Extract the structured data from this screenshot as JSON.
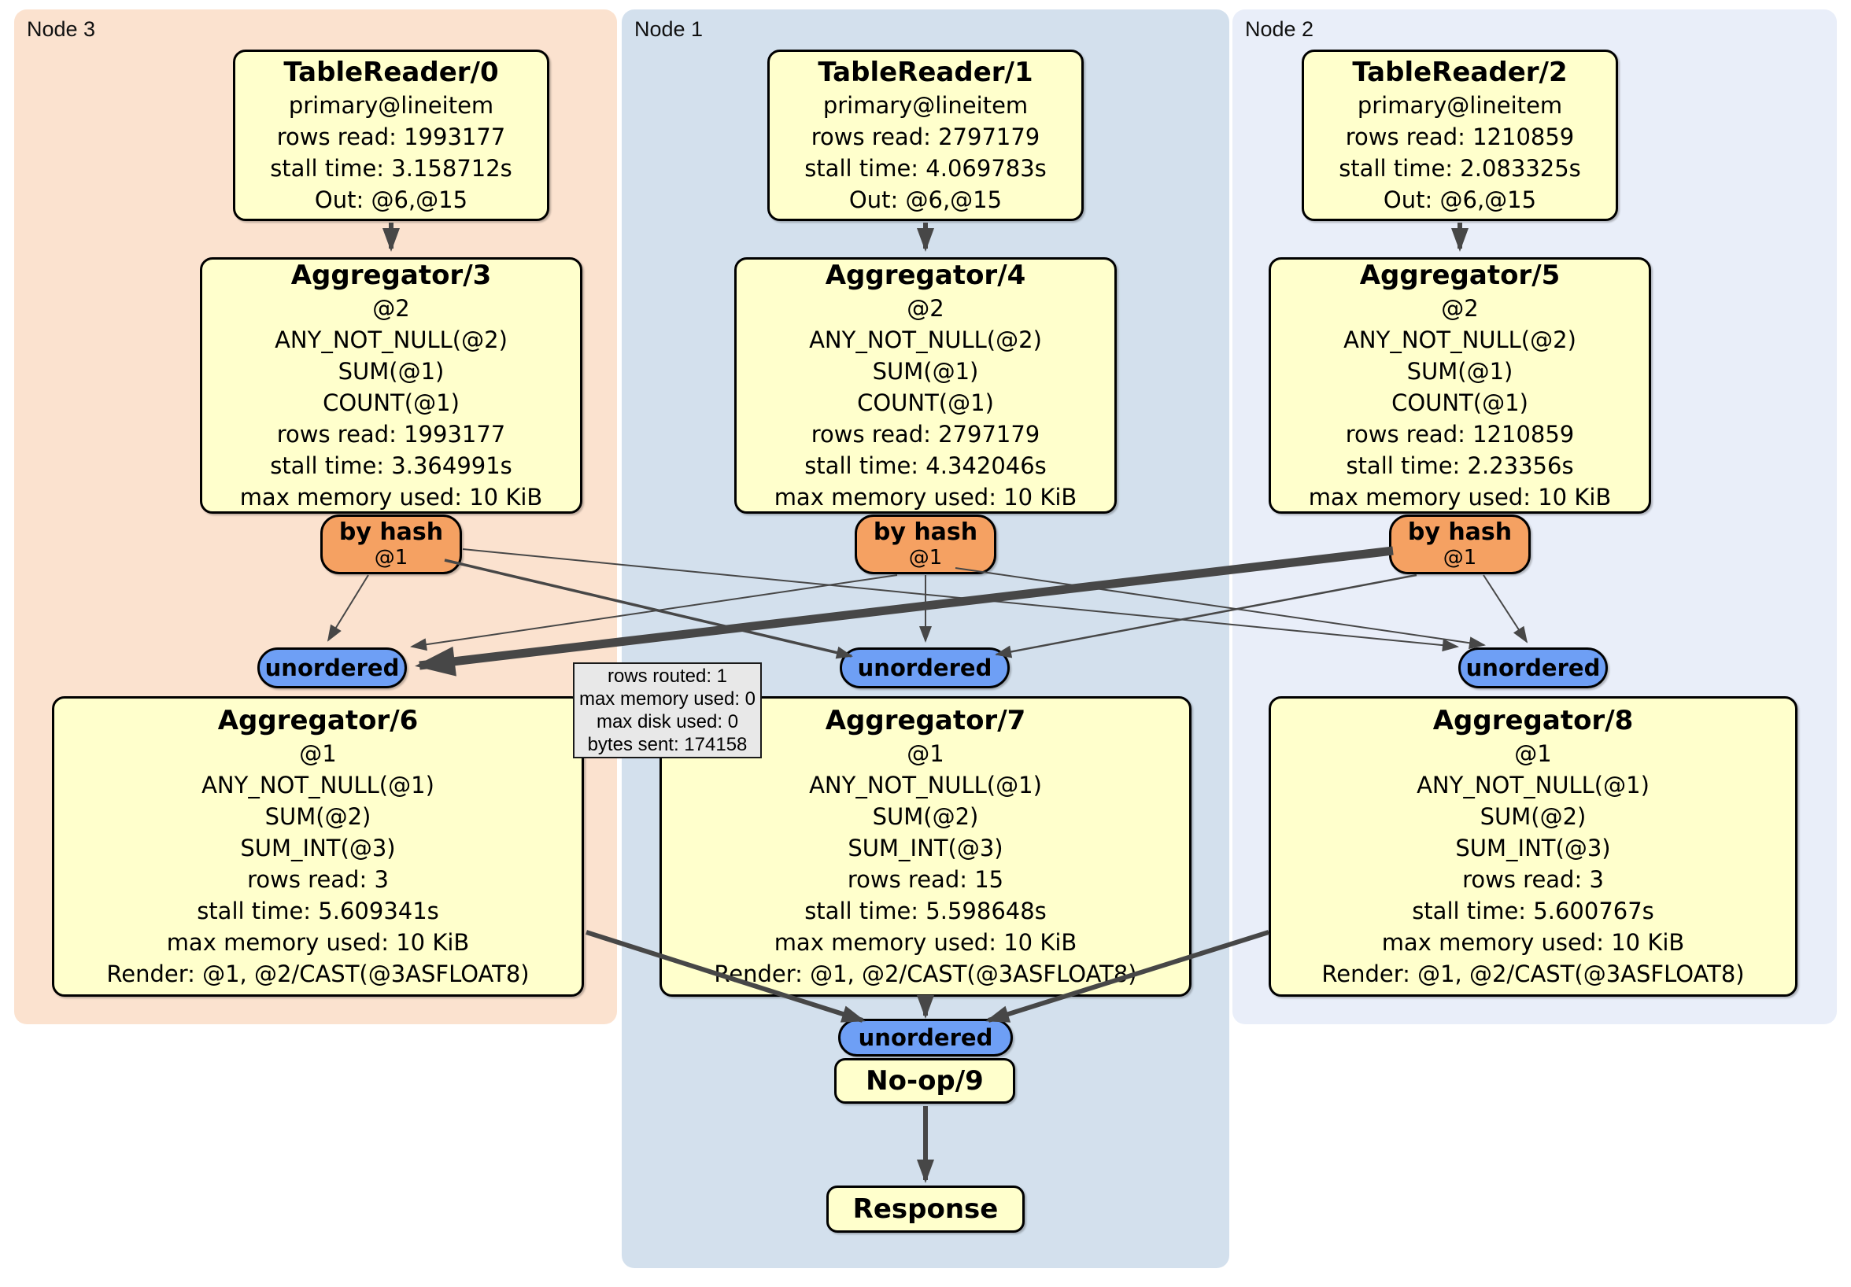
{
  "regions": [
    {
      "label": "Node 3"
    },
    {
      "label": "Node 1"
    },
    {
      "label": "Node 2"
    }
  ],
  "columns": [
    {
      "reader": {
        "title": "TableReader/0",
        "lines": [
          "primary@lineitem",
          "rows read: 1993177",
          "stall time: 3.158712s",
          "Out: @6,@15"
        ]
      },
      "agg_top": {
        "title": "Aggregator/3",
        "lines": [
          "@2",
          "ANY_NOT_NULL(@2)",
          "SUM(@1)",
          "COUNT(@1)",
          "rows read: 1993177",
          "stall time: 3.364991s",
          "max memory used: 10 KiB"
        ]
      },
      "router": {
        "label": "by hash",
        "sub": "@1"
      },
      "sync": {
        "label": "unordered"
      },
      "agg_bottom": {
        "title": "Aggregator/6",
        "lines": [
          "@1",
          "ANY_NOT_NULL(@1)",
          "SUM(@2)",
          "SUM_INT(@3)",
          "rows read: 3",
          "stall time: 5.609341s",
          "max memory used: 10 KiB",
          "Render: @1, @2/CAST(@3ASFLOAT8)"
        ]
      }
    },
    {
      "reader": {
        "title": "TableReader/1",
        "lines": [
          "primary@lineitem",
          "rows read: 2797179",
          "stall time: 4.069783s",
          "Out: @6,@15"
        ]
      },
      "agg_top": {
        "title": "Aggregator/4",
        "lines": [
          "@2",
          "ANY_NOT_NULL(@2)",
          "SUM(@1)",
          "COUNT(@1)",
          "rows read: 2797179",
          "stall time: 4.342046s",
          "max memory used: 10 KiB"
        ]
      },
      "router": {
        "label": "by hash",
        "sub": "@1"
      },
      "sync": {
        "label": "unordered"
      },
      "agg_bottom": {
        "title": "Aggregator/7",
        "lines": [
          "@1",
          "ANY_NOT_NULL(@1)",
          "SUM(@2)",
          "SUM_INT(@3)",
          "rows read: 15",
          "stall time: 5.598648s",
          "max memory used: 10 KiB",
          "Render: @1, @2/CAST(@3ASFLOAT8)"
        ]
      }
    },
    {
      "reader": {
        "title": "TableReader/2",
        "lines": [
          "primary@lineitem",
          "rows read: 1210859",
          "stall time: 2.083325s",
          "Out: @6,@15"
        ]
      },
      "agg_top": {
        "title": "Aggregator/5",
        "lines": [
          "@2",
          "ANY_NOT_NULL(@2)",
          "SUM(@1)",
          "COUNT(@1)",
          "rows read: 1210859",
          "stall time: 2.23356s",
          "max memory used: 10 KiB"
        ]
      },
      "router": {
        "label": "by hash",
        "sub": "@1"
      },
      "sync": {
        "label": "unordered"
      },
      "agg_bottom": {
        "title": "Aggregator/8",
        "lines": [
          "@1",
          "ANY_NOT_NULL(@1)",
          "SUM(@2)",
          "SUM_INT(@3)",
          "rows read: 3",
          "stall time: 5.600767s",
          "max memory used: 10 KiB",
          "Render: @1, @2/CAST(@3ASFLOAT8)"
        ]
      }
    }
  ],
  "final": {
    "sync": "unordered",
    "noop": "No-op/9",
    "response": "Response"
  },
  "tooltip": {
    "lines": [
      "rows routed: 1",
      "max memory used: 0",
      "max disk used: 0",
      "bytes sent: 174158"
    ]
  },
  "colors": {
    "box_fill": "#ffffcc",
    "router_fill": "#f5a162",
    "sync_fill": "#6e9ff5",
    "node3_bg": "#fbe2cf",
    "node1_bg": "#d3e0ed",
    "node2_bg": "#e9eef9",
    "edge": "#474747",
    "tooltip_bg": "#e8e8e8"
  }
}
